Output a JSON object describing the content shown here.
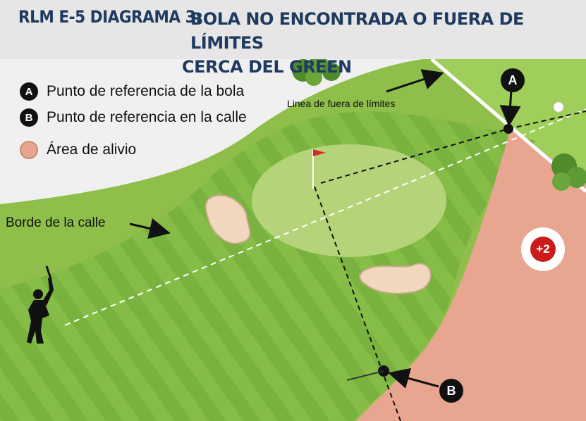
{
  "title": {
    "prefix": "RLM E-5 DIAGRAMA 3:",
    "line1": "BOLA NO ENCONTRADA O FUERA DE LÍMITES",
    "line2": "CERCA DEL GREEN"
  },
  "legend": {
    "items": [
      {
        "marker": "A",
        "label": "Punto de referencia de la bola"
      },
      {
        "marker": "B",
        "label": "Punto de referencia en la calle"
      }
    ],
    "relief_label": "Área de alivio"
  },
  "annotations": {
    "out_of_bounds_line": "Linea de fuera de límites",
    "fairway_edge": "Borde de la calle"
  },
  "markers": {
    "a": "A",
    "b": "B"
  },
  "penalty": "+2",
  "colors": {
    "title_text": "#1f3a5f",
    "rough": "#8fbf4a",
    "fairway": "#7ab23f",
    "green": "#b5d47a",
    "relief_area": "#e8a690",
    "bunker": "#f1d7bd",
    "penalty": "#cc1b1b"
  },
  "icons": [
    "golfer-icon",
    "flag-icon",
    "ball-icon",
    "tree-icon"
  ]
}
